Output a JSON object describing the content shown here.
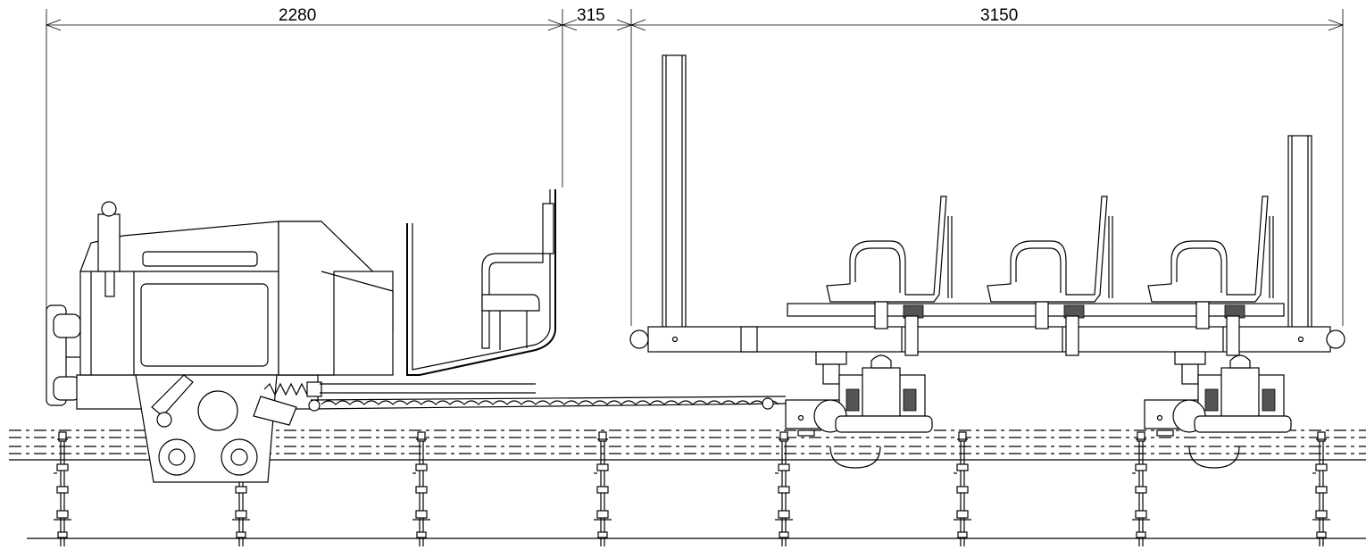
{
  "drawing": {
    "dimensions": [
      {
        "value": "2280"
      },
      {
        "value": "315"
      },
      {
        "value": "3150"
      }
    ]
  }
}
